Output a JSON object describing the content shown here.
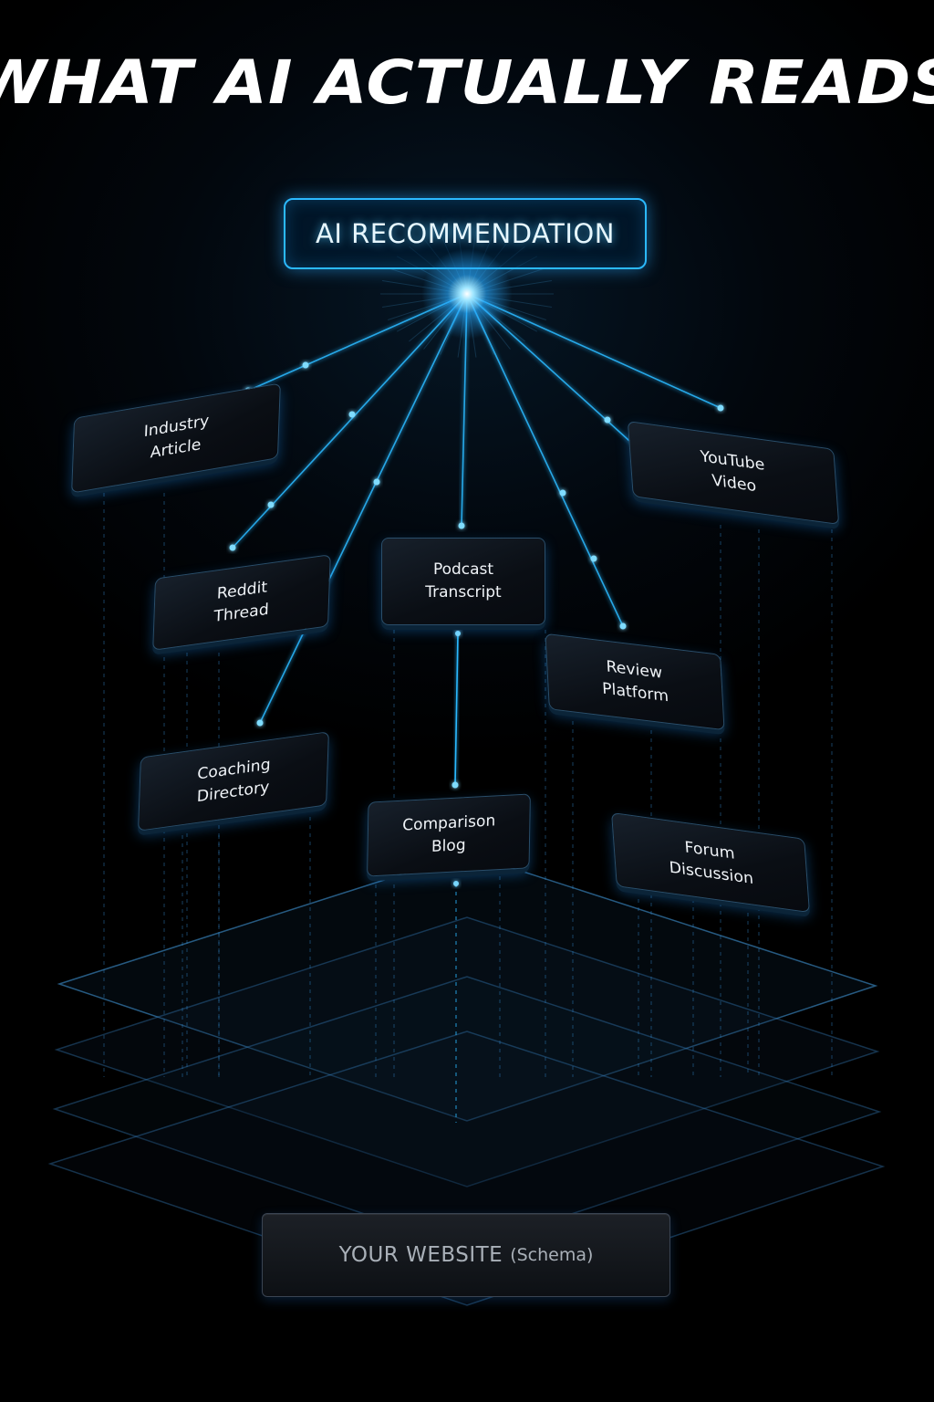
{
  "title": "WHAT AI ACTUALLY READS",
  "hub": {
    "label": "AI RECOMMENDATION"
  },
  "sources": [
    {
      "id": "industry-article",
      "label": "Industry\nArticle"
    },
    {
      "id": "youtube-video",
      "label": "YouTube\nVideo"
    },
    {
      "id": "reddit-thread",
      "label": "Reddit\nThread"
    },
    {
      "id": "podcast-transcript",
      "label": "Podcast\nTranscript"
    },
    {
      "id": "review-platform",
      "label": "Review\nPlatform"
    },
    {
      "id": "coaching-directory",
      "label": "Coaching\nDirectory"
    },
    {
      "id": "comparison-blog",
      "label": "Comparison\nBlog"
    },
    {
      "id": "forum-discussion",
      "label": "Forum\nDiscussion"
    }
  ],
  "base": {
    "label": "YOUR WEBSITE",
    "note": "(Schema)"
  },
  "colors": {
    "accent": "#2bb9ff",
    "background": "#000000",
    "title": "#ffffff"
  }
}
